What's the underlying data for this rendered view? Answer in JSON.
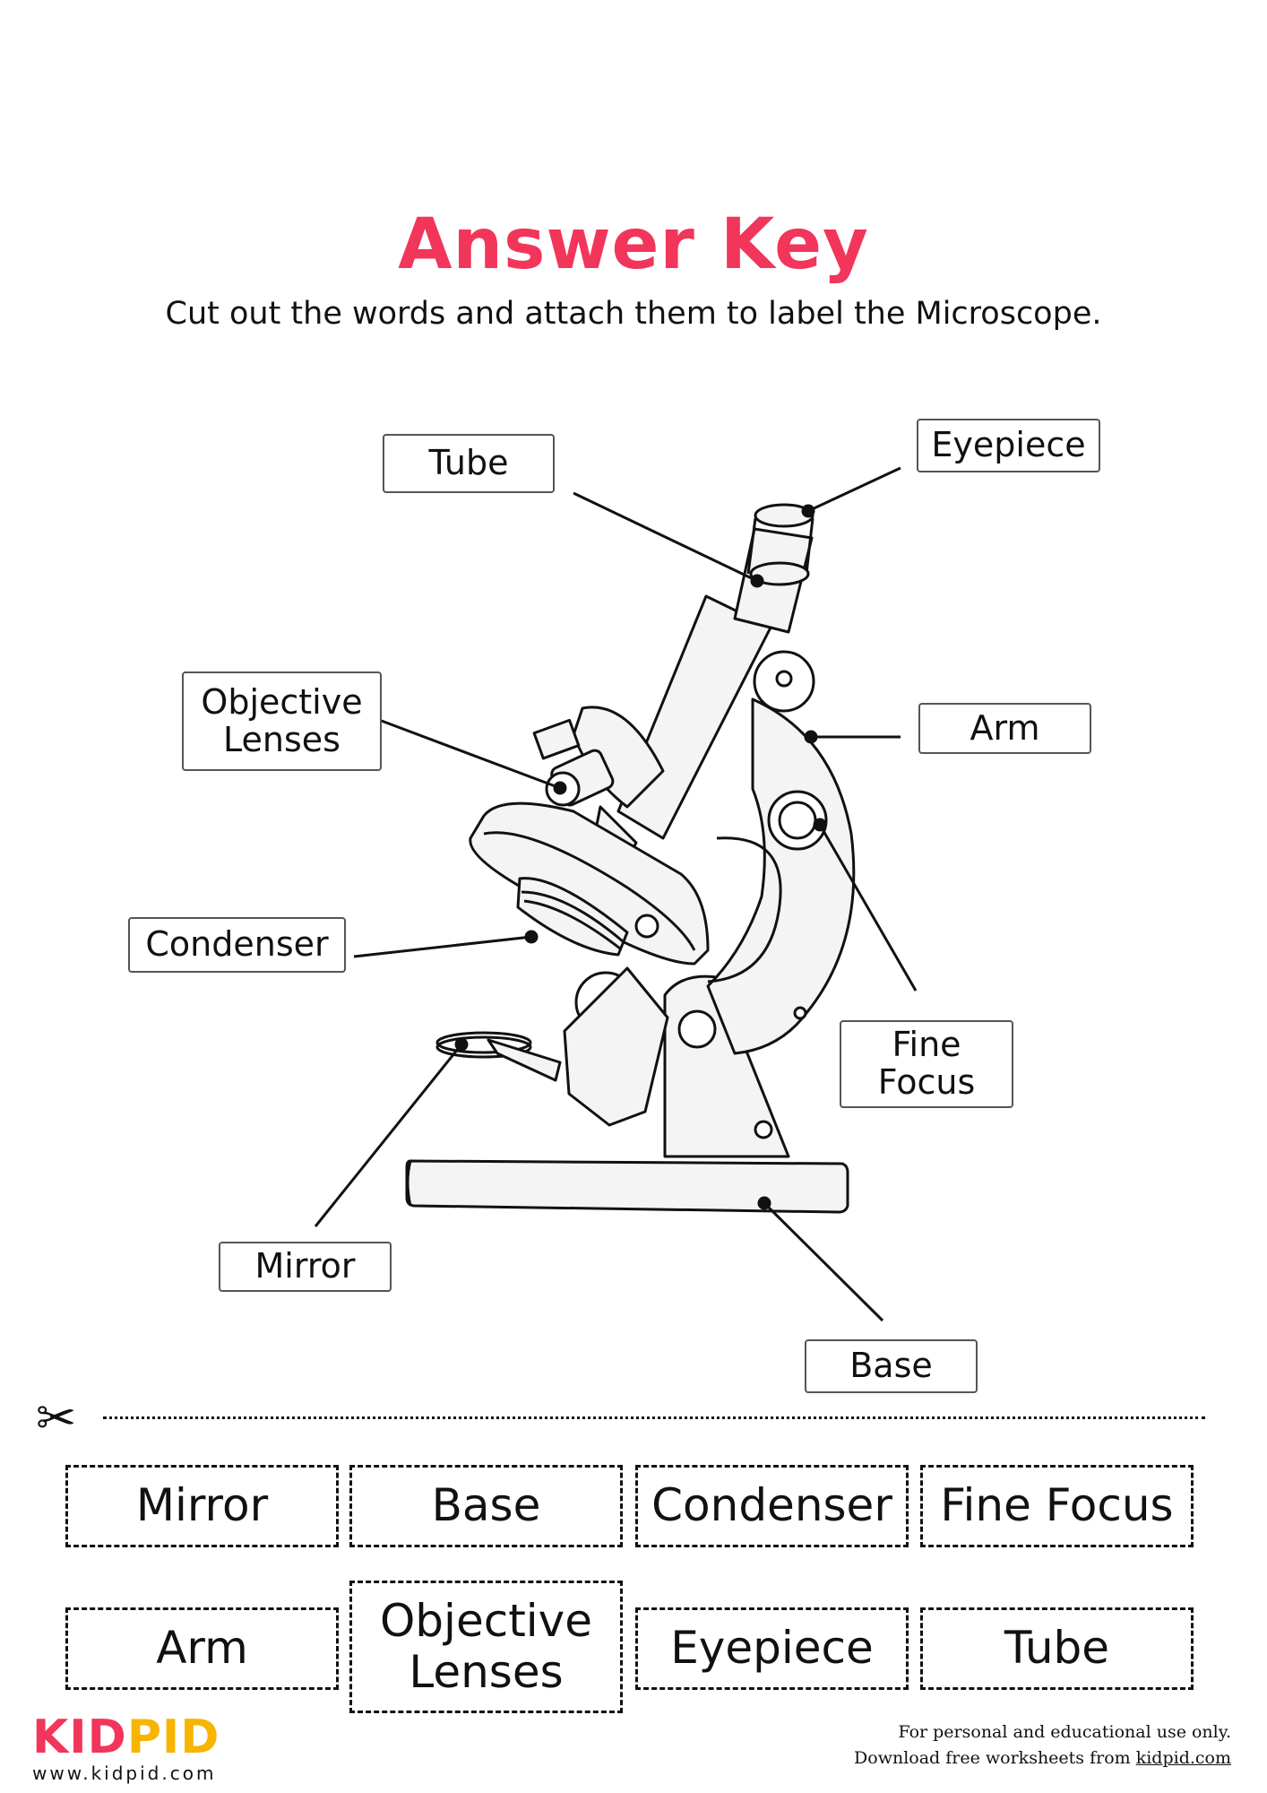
{
  "header": {
    "title": "Answer Key",
    "subtitle": "Cut out the words and attach them to label the Microscope."
  },
  "labels": {
    "tube": "Tube",
    "eyepiece": "Eyepiece",
    "objective": "Objective\nLenses",
    "arm": "Arm",
    "condenser": "Condenser",
    "fine_focus": "Fine\nFocus",
    "mirror": "Mirror",
    "base": "Base"
  },
  "cutout_cards": {
    "row1": [
      "Mirror",
      "Base",
      "Condenser",
      "Fine Focus"
    ],
    "row2": [
      "Arm",
      "Objective\nLenses",
      "Eyepiece",
      "Tube"
    ]
  },
  "icons": {
    "scissors": "scissors-icon"
  },
  "brand": {
    "logo_kid": "KID",
    "logo_pid": "PID",
    "url": "www.kidpid.com",
    "accent_pink": "#f2355b",
    "accent_yellow": "#f7b500"
  },
  "footer": {
    "line1": "For personal and educational use only.",
    "line2_prefix": "Download free worksheets from ",
    "line2_link": "kidpid.com"
  }
}
